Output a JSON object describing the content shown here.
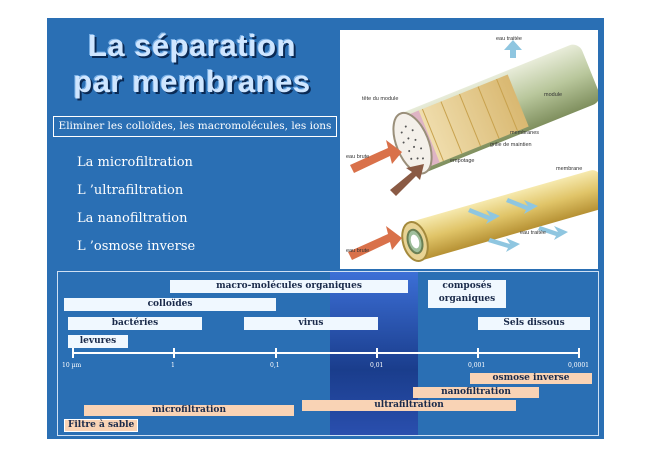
{
  "title": {
    "line1": "La séparation",
    "line2": "par membranes"
  },
  "subtitle": "Eliminer les colloïdes, les macromolécules, les ions",
  "bullets": [
    "La microfiltration",
    "L ’ultrafiltration",
    "La nanofiltration",
    "L ’osmose inverse"
  ],
  "figure_labels": {
    "eau_traitee_top": "eau traitée",
    "module": "module",
    "tete_du_module": "tête du module",
    "membranes": "membranes",
    "grille_de_maintien": "grille de maintien",
    "eau_brute_top": "eau brute",
    "empotage": "empotage",
    "membrane": "membrane",
    "eau_traitee_bottom": "eau traitée",
    "eau_brute_bottom": "eau brute"
  },
  "spectrum": {
    "particles": {
      "macro": "macro-molécules organiques",
      "colloides": "colloïdes",
      "composes_1": "composés",
      "composes_2": "organiques",
      "bacteries": "bactéries",
      "virus": "virus",
      "sels": "Sels dissous",
      "levures": "levures"
    },
    "ticks": [
      "10 µm",
      "1",
      "0,1",
      "0,01",
      "0,001",
      "0,0001"
    ],
    "processes": {
      "osmose": "osmose inverse",
      "nano": "nanofiltration",
      "ultra": "ultrafiltration",
      "micro": "microfiltration",
      "sable": "Filtre à sable"
    }
  }
}
